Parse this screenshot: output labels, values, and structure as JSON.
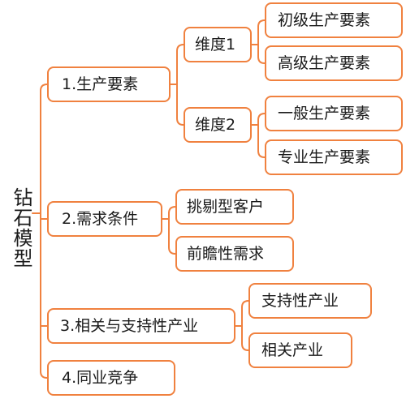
{
  "root": {
    "label": "钻石模型"
  },
  "colors": {
    "accent": "#f0813f"
  },
  "branches": {
    "b1": {
      "label": "1.生产要素",
      "dims": {
        "d1": {
          "label": "维度1",
          "leaves": [
            "初级生产要素",
            "高级生产要素"
          ]
        },
        "d2": {
          "label": "维度2",
          "leaves": [
            "一般生产要素",
            "专业生产要素"
          ]
        }
      }
    },
    "b2": {
      "label": "2.需求条件",
      "leaves": [
        "挑剔型客户",
        "前瞻性需求"
      ]
    },
    "b3": {
      "label": "3.相关与支持性产业",
      "leaves": [
        "支持性产业",
        "相关产业"
      ]
    },
    "b4": {
      "label": "4.同业竞争"
    }
  }
}
